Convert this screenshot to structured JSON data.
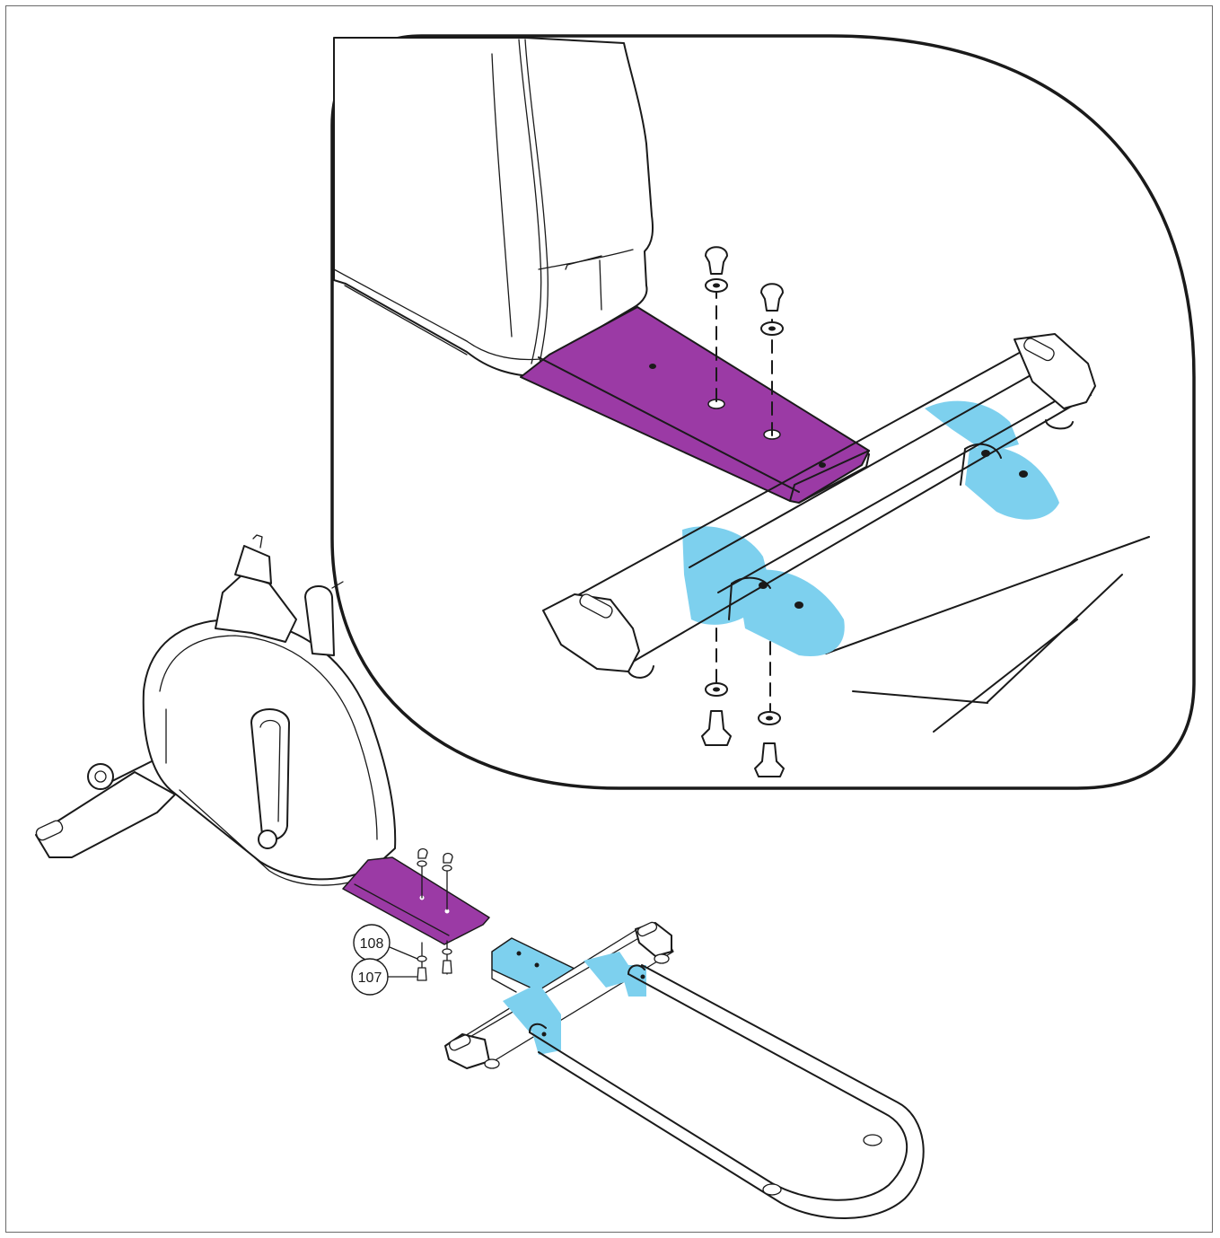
{
  "colors": {
    "highlight_purple": "#9b3aa5",
    "highlight_blue": "#7dd0ee",
    "line": "#1a1a1a",
    "frame": "#6a6a6a"
  },
  "callouts": [
    {
      "id": "bolt",
      "label": "107"
    },
    {
      "id": "washer",
      "label": "108"
    }
  ]
}
